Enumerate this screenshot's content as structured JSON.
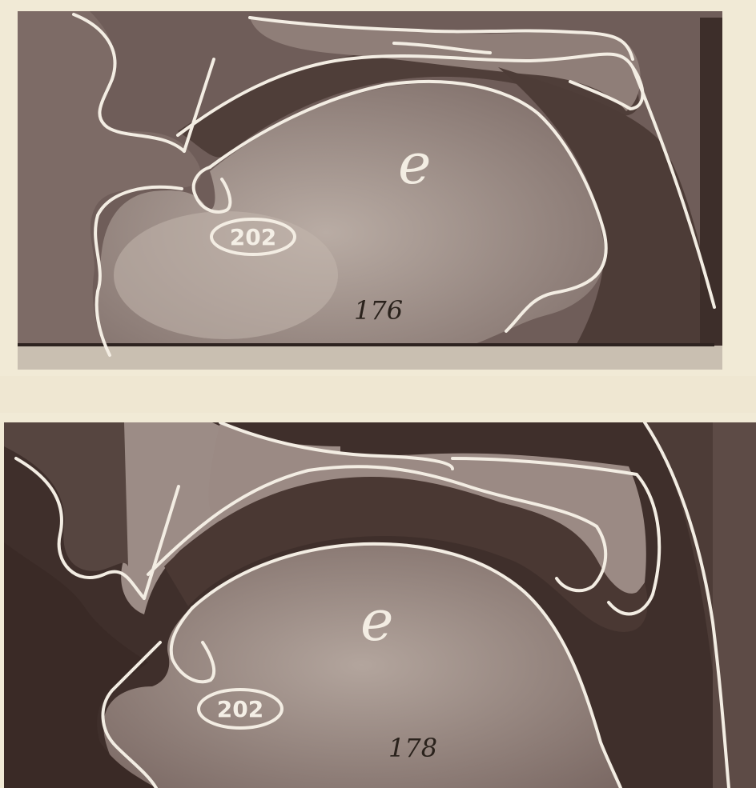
{
  "plates": [
    {
      "vowel_label": "e",
      "code_label": "202",
      "plate_number": "176"
    },
    {
      "vowel_label": "e",
      "code_label": "202",
      "plate_number": "178"
    }
  ],
  "colors": {
    "dark_region": "#4a3a34",
    "mid_region": "#8b7a74",
    "light_region": "#b7a9a0",
    "outline": "#f3ede3",
    "paper": "#f1ead6"
  }
}
